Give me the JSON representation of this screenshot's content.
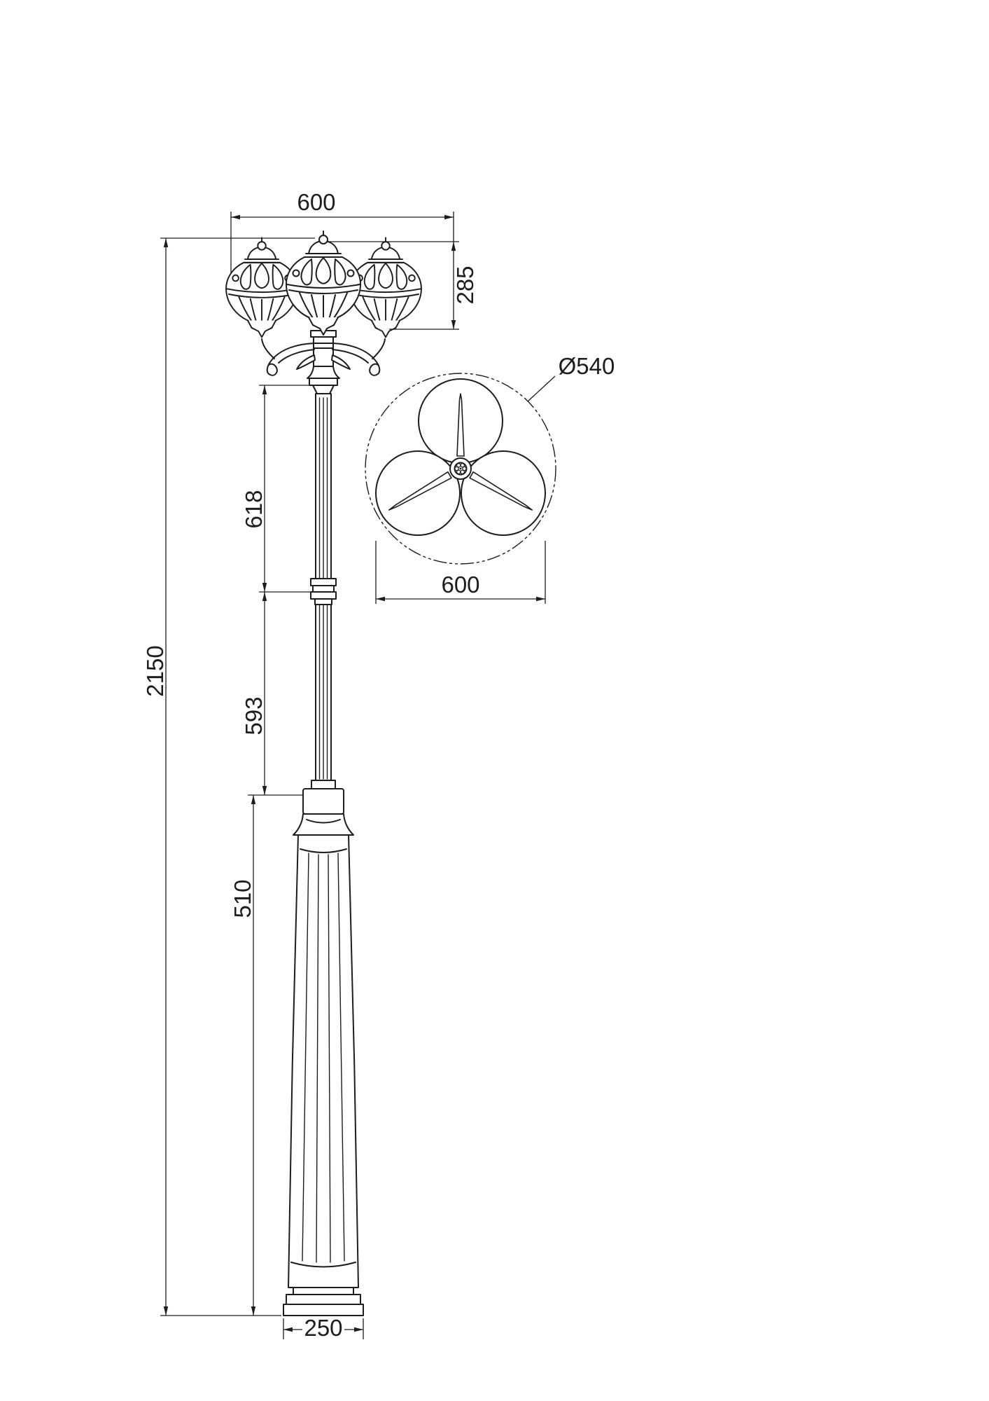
{
  "style": {
    "ink": "#1d1d1d",
    "background": "#ffffff"
  },
  "front": {
    "dims": {
      "spread": "600",
      "lantern_height": "285",
      "total_height": "2150",
      "upper_section": "618",
      "middle_section": "593",
      "base_section": "510",
      "base_width": "250"
    }
  },
  "plan": {
    "dims": {
      "diameter": "Ø540",
      "spread": "600"
    }
  }
}
